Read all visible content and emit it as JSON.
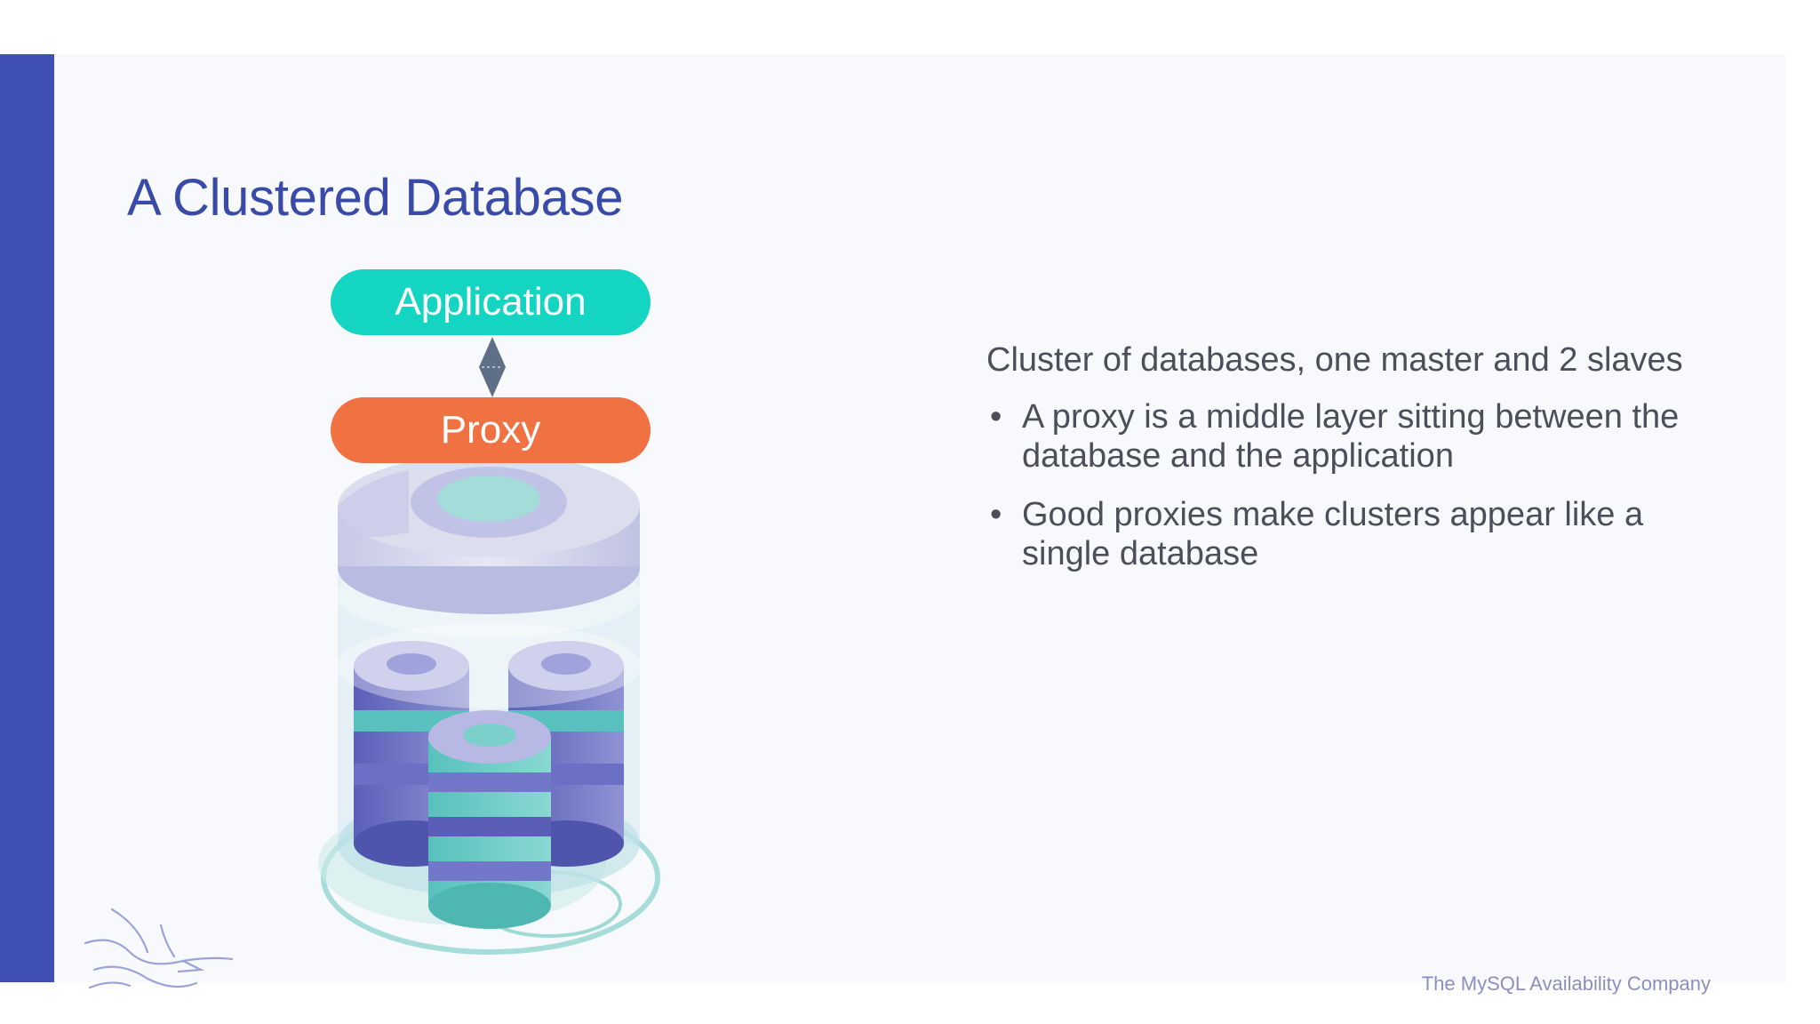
{
  "slide": {
    "title": "A Clustered Database",
    "diagram": {
      "top_label": "Application",
      "middle_label": "Proxy",
      "connector_icon": "bidirectional-arrow-icon",
      "stack_icon": "database-cluster-icon"
    },
    "lead": "Cluster of databases, one master and 2 slaves",
    "bullets": [
      "A proxy is a middle layer sitting between the database and the application",
      "Good proxies make clusters appear like a single database"
    ],
    "bullet_glyph": "•",
    "logo_icon": "dolphin-logo-icon",
    "footer": "The MySQL Availability Company"
  },
  "colors": {
    "accent_bar": "#3f4fb3",
    "title": "#3a4aa8",
    "application": "#14d5c1",
    "proxy": "#f07242",
    "body_text": "#4b4f5a",
    "footer": "#8a8fc0"
  }
}
